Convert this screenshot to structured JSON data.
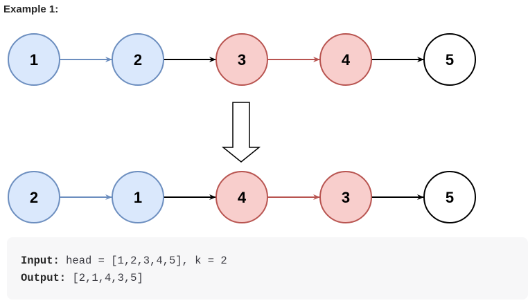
{
  "heading": "Example 1:",
  "colors": {
    "blue_fill": "#dae8fc",
    "blue_stroke": "#6c8ebf",
    "red_fill": "#f8cecc",
    "red_stroke": "#b85450",
    "plain_fill": "#ffffff",
    "plain_stroke": "#000000",
    "code_bg": "#f7f7f8"
  },
  "diagram": {
    "before": {
      "nodes": [
        {
          "value": "1",
          "style": "blue"
        },
        {
          "value": "2",
          "style": "blue"
        },
        {
          "value": "3",
          "style": "red"
        },
        {
          "value": "4",
          "style": "red"
        },
        {
          "value": "5",
          "style": "plain"
        }
      ],
      "edges": [
        "blue",
        "plain",
        "red",
        "plain"
      ]
    },
    "after": {
      "nodes": [
        {
          "value": "2",
          "style": "blue"
        },
        {
          "value": "1",
          "style": "blue"
        },
        {
          "value": "4",
          "style": "red"
        },
        {
          "value": "3",
          "style": "red"
        },
        {
          "value": "5",
          "style": "plain"
        }
      ],
      "edges": [
        "blue",
        "plain",
        "red",
        "plain"
      ]
    }
  },
  "example": {
    "input_label": "Input:",
    "input_value": "head = [1,2,3,4,5], k = 2",
    "output_label": "Output:",
    "output_value": "[2,1,4,3,5]"
  }
}
